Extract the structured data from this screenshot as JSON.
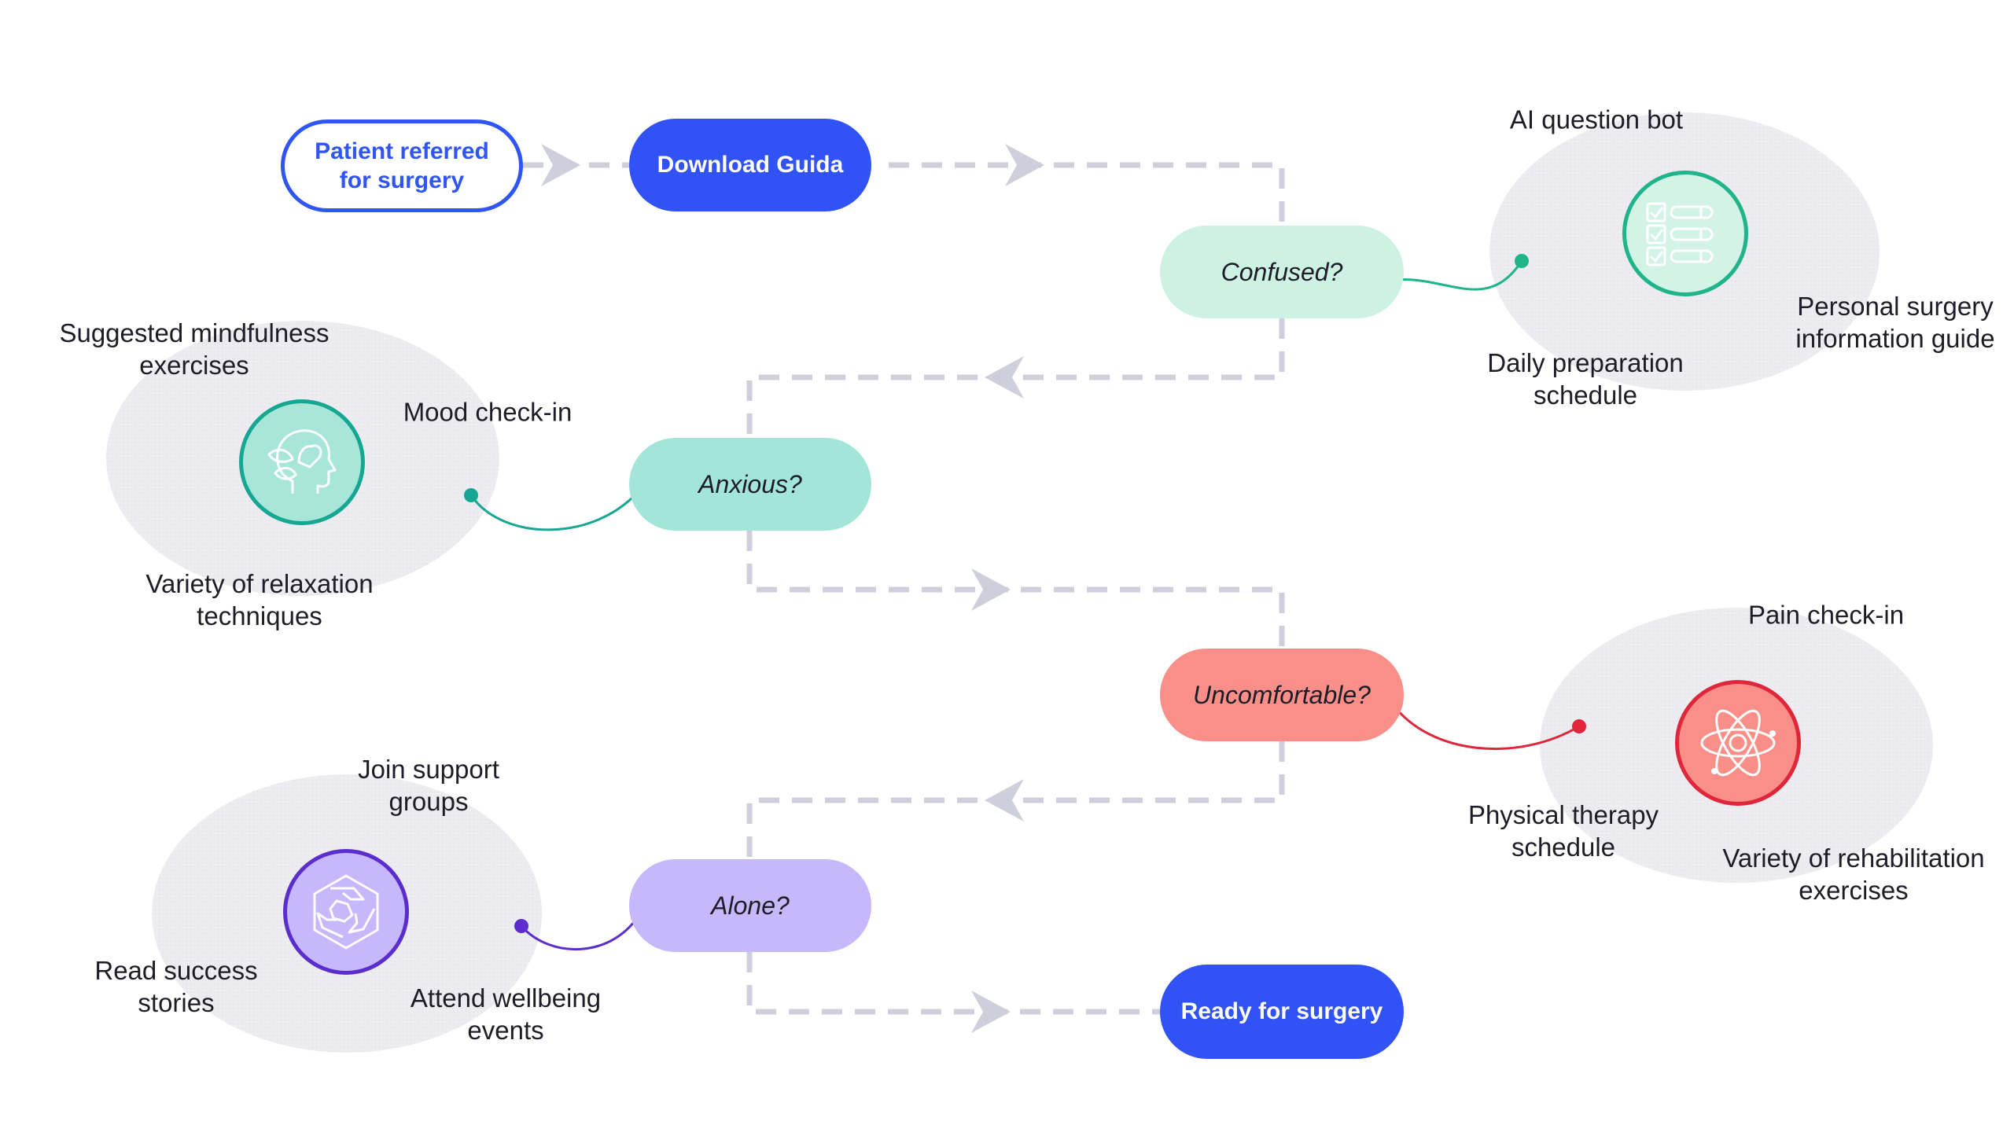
{
  "colors": {
    "primary_blue": "#3152f4",
    "connector_gray": "#cfcfdb",
    "cloud_gray": "#ececf0",
    "confused": "#cdf1e2",
    "confused_accent": "#1fb489",
    "anxious": "#a3e6d9",
    "anxious_accent": "#16a793",
    "uncomfortable": "#f98f88",
    "uncomfortable_accent": "#e0263b",
    "alone": "#c7b7fb",
    "alone_accent": "#5b2dcf"
  },
  "nodes": {
    "start": {
      "line1": "Patient referred",
      "line2": "for surgery"
    },
    "download": "Download Guida",
    "confused": "Confused?",
    "anxious": "Anxious?",
    "uncomfortable": "Uncomfortable?",
    "alone": "Alone?",
    "ready": "Ready for surgery"
  },
  "clusters": {
    "confused": {
      "icon": "checklist-icon",
      "ai_bot": "AI question bot",
      "guide": {
        "line1": "Personal surgery",
        "line2": "information guide"
      },
      "schedule": {
        "line1": "Daily preparation",
        "line2": "schedule"
      }
    },
    "anxious": {
      "icon": "mind-leaf-head-icon",
      "mindfulness": {
        "line1": "Suggested mindfulness",
        "line2": "exercises"
      },
      "mood": "Mood check-in",
      "relaxation": {
        "line1": "Variety of relaxation",
        "line2": "techniques"
      }
    },
    "uncomfortable": {
      "icon": "atom-icon",
      "pain": "Pain check-in",
      "physio": {
        "line1": "Physical therapy",
        "line2": "schedule"
      },
      "rehab": {
        "line1": "Variety of rehabilitation",
        "line2": "exercises"
      }
    },
    "alone": {
      "icon": "linked-hands-icon",
      "groups": {
        "line1": "Join support",
        "line2": "groups"
      },
      "stories": {
        "line1": "Read success",
        "line2": "stories"
      },
      "events": {
        "line1": "Attend wellbeing",
        "line2": "events"
      }
    }
  }
}
